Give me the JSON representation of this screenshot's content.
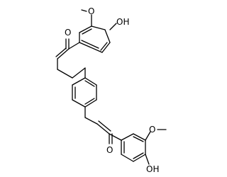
{
  "molecule": {
    "atom_labels": {
      "top_oxo": "O",
      "top_methoxy_o": "O",
      "top_hydroxy": "OH",
      "bottom_oxo": "O",
      "bottom_methoxy_o": "O",
      "bottom_hydroxy": "OH"
    }
  }
}
